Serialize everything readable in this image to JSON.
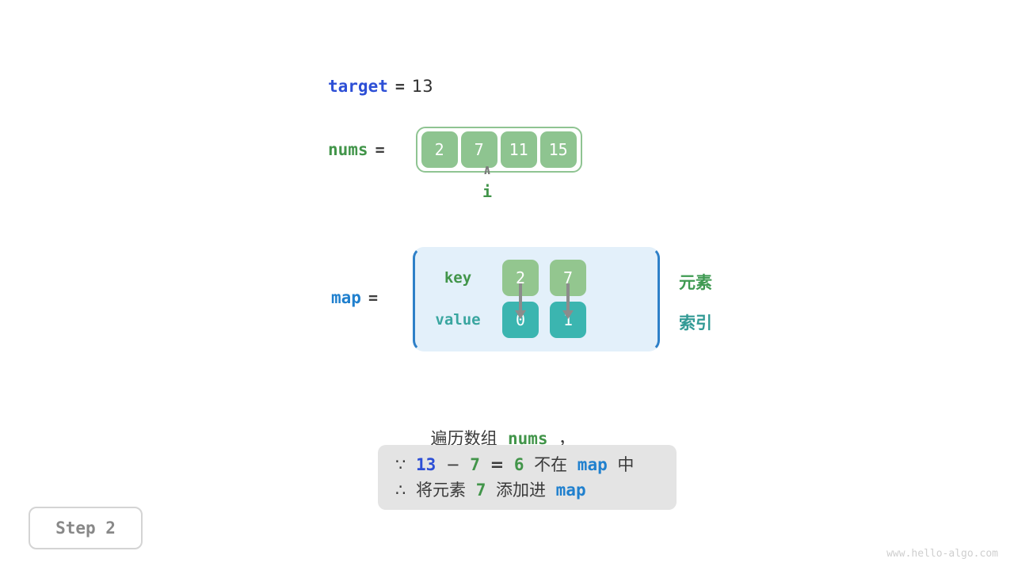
{
  "target": {
    "name_label": "target",
    "equals": "=",
    "value": "13"
  },
  "nums": {
    "name_label": "nums",
    "equals": "=",
    "cells": [
      "2",
      "7",
      "11",
      "15"
    ]
  },
  "pointer": {
    "caret": "∧",
    "label": "i",
    "points_to_index": 1
  },
  "map": {
    "name_label": "map",
    "equals": "=",
    "key_row_label": "key",
    "value_row_label": "value",
    "keys": [
      "2",
      "7"
    ],
    "values": [
      "0",
      "1"
    ],
    "side_labels": {
      "element": "元素",
      "index": "索引"
    }
  },
  "description": {
    "line": "遍历数组  nums  ，",
    "line_prefix": "遍历数组",
    "line_code": "nums",
    "line_suffix": "，"
  },
  "note": {
    "line1": {
      "symbol": "∵",
      "a": "13",
      "minus": "−",
      "b": "7",
      "eq": "=",
      "result": "6",
      "mid_text": "不在",
      "code": "map",
      "end_text": "中"
    },
    "line2": {
      "symbol": "∴",
      "pre_text": "将元素",
      "num": "7",
      "mid_text": "添加进",
      "code": "map"
    }
  },
  "step_badge": {
    "label": "Step 2"
  },
  "watermark": {
    "text": "www.hello-algo.com"
  },
  "colors": {
    "blue_strong": "#2d4fd6",
    "blue_light": "#2080ce",
    "green": "#42954a",
    "green_cell": "#8ec490",
    "teal_cell": "#3bb5b0",
    "teal_text": "#329a95",
    "gray_arrow": "#8c8c8c",
    "note_bg": "#e4e4e4",
    "map_bg": "#e3f0fa"
  }
}
